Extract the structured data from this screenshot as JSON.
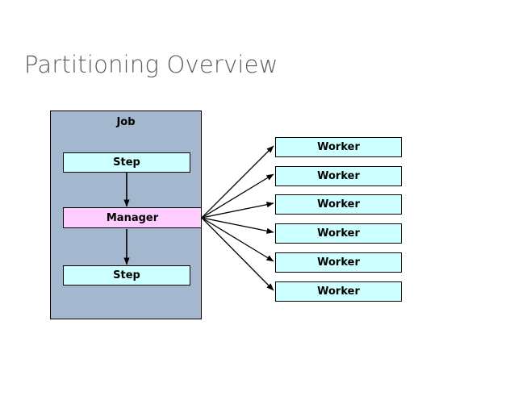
{
  "slide": {
    "title": "Partitioning Overview",
    "background_color": "#ffffff",
    "title_color": "#5c5c5c"
  },
  "colors": {
    "job_container": "#a3b8ce",
    "step_fill": "#ccffff",
    "manager_fill": "#ffccff",
    "worker_fill": "#ccffff",
    "border": "#000000",
    "arrow": "#000000"
  },
  "diagram": {
    "type": "flow",
    "job": {
      "label": "Job",
      "nodes": [
        {
          "id": "step-top",
          "label": "Step",
          "fill": "#ccffff"
        },
        {
          "id": "manager",
          "label": "Manager",
          "fill": "#ffccff"
        },
        {
          "id": "step-bottom",
          "label": "Step",
          "fill": "#ccffff"
        }
      ]
    },
    "workers": [
      {
        "label": "Worker"
      },
      {
        "label": "Worker"
      },
      {
        "label": "Worker"
      },
      {
        "label": "Worker"
      },
      {
        "label": "Worker"
      },
      {
        "label": "Worker"
      }
    ],
    "connections": [
      {
        "from": "step-top",
        "to": "manager",
        "style": "arrow-down"
      },
      {
        "from": "manager",
        "to": "step-bottom",
        "style": "arrow-down"
      },
      {
        "from": "manager",
        "to": "worker-0",
        "style": "arrow-fan"
      },
      {
        "from": "manager",
        "to": "worker-1",
        "style": "arrow-fan"
      },
      {
        "from": "manager",
        "to": "worker-2",
        "style": "arrow-fan"
      },
      {
        "from": "manager",
        "to": "worker-3",
        "style": "arrow-fan"
      },
      {
        "from": "manager",
        "to": "worker-4",
        "style": "arrow-fan"
      },
      {
        "from": "manager",
        "to": "worker-5",
        "style": "arrow-fan"
      }
    ]
  }
}
